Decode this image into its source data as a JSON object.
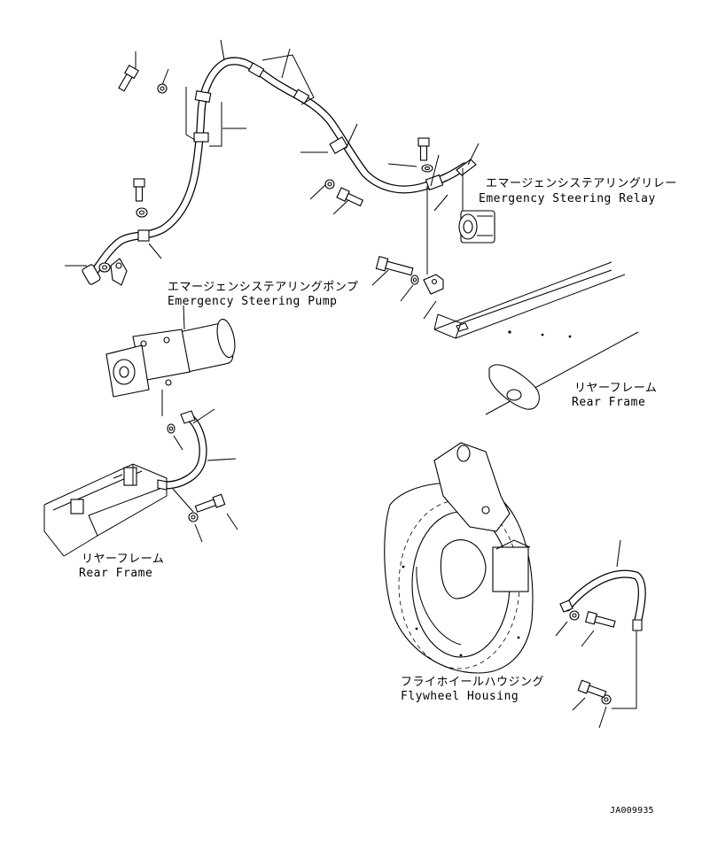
{
  "labels": {
    "relay_ja": "エマージェンシステアリングリレー",
    "relay_en": "Emergency Steering Relay",
    "pump_ja": "エマージェンシステアリングポンプ",
    "pump_en": "Emergency Steering Pump",
    "rear_frame_right_ja": "リヤーフレーム",
    "rear_frame_right_en": "Rear Frame",
    "rear_frame_left_ja": "リヤーフレーム",
    "rear_frame_left_en": "Rear Frame",
    "flywheel_ja": "フライホイールハウジング",
    "flywheel_en": "Flywheel Housing",
    "drawing_id": "JA009935"
  }
}
